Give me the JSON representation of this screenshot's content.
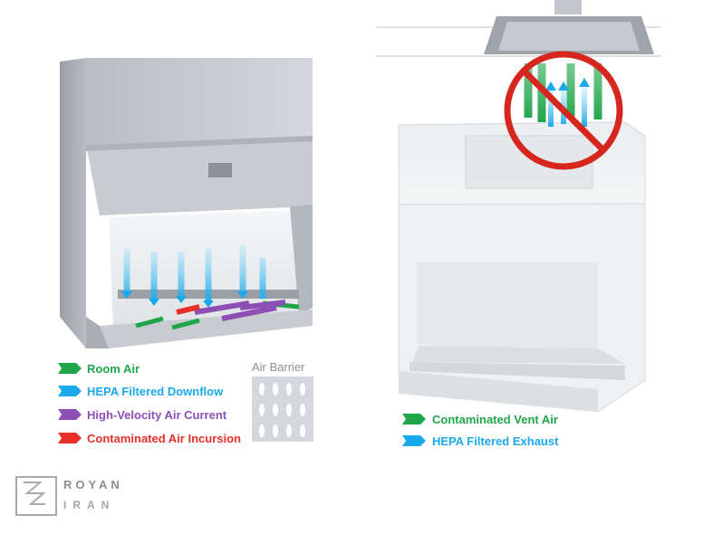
{
  "left_legend": [
    {
      "label": "Room Air",
      "color": "#1fa64a"
    },
    {
      "label": "HEPA Filtered Downflow",
      "color": "#1aa9ea"
    },
    {
      "label": "High-Velocity Air Current",
      "color": "#8e4fb5"
    },
    {
      "label": "Contaminated Air Incursion",
      "color": "#e8302a"
    }
  ],
  "right_legend": [
    {
      "label": "Contaminated Vent Air",
      "color": "#1fa64a"
    },
    {
      "label": "HEPA Filtered Exhaust",
      "color": "#1aa9ea"
    }
  ],
  "air_barrier_label": "Air Barrier",
  "logo": {
    "line1": "ROYAN",
    "line2": "IRAN"
  },
  "prohibition_color": "#d7261e"
}
